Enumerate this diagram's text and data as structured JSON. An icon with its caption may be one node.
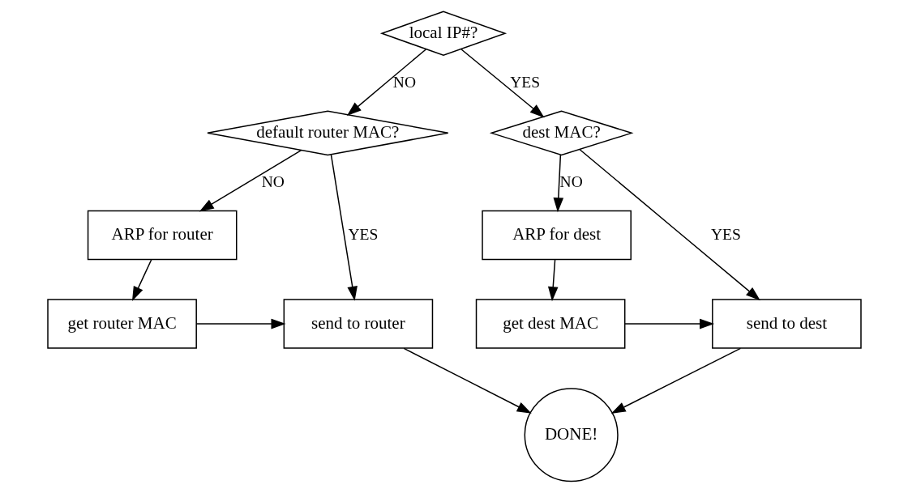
{
  "diagram": {
    "nodes": [
      {
        "text": [
          "local IP#?"
        ]
      },
      {
        "text": [
          "default router MAC?"
        ]
      },
      {
        "text": [
          "dest MAC?"
        ]
      },
      {
        "text": [
          "ARP for router"
        ]
      },
      {
        "text": [
          "get router MAC"
        ]
      },
      {
        "text": [
          "send to router"
        ]
      },
      {
        "text": [
          "ARP for dest"
        ]
      },
      {
        "text": [
          "get dest MAC"
        ]
      },
      {
        "text": [
          "send to dest"
        ]
      },
      {
        "text": [
          "DONE!"
        ]
      }
    ],
    "edges": [
      {
        "from": 0,
        "to": 1,
        "arrow": "to",
        "label": "NO"
      },
      {
        "from": 0,
        "to": 2,
        "arrow": "to",
        "label": "YES"
      },
      {
        "from": 1,
        "to": 3,
        "arrow": "to",
        "label": "NO"
      },
      {
        "from": 1,
        "to": 5,
        "arrow": "to",
        "label": "YES"
      },
      {
        "from": 3,
        "to": 4,
        "arrow": "to"
      },
      {
        "from": 4,
        "to": 5,
        "arrow": "to"
      },
      {
        "from": 2,
        "to": 6,
        "arrow": "to",
        "label": "NO"
      },
      {
        "from": 2,
        "to": 8,
        "arrow": "to",
        "label": "YES"
      },
      {
        "from": 6,
        "to": 7,
        "arrow": "to"
      },
      {
        "from": 7,
        "to": 8,
        "arrow": "to"
      },
      {
        "from": 5,
        "to": 9,
        "arrow": "to"
      },
      {
        "from": 8,
        "to": 9,
        "arrow": "to"
      }
    ]
  }
}
